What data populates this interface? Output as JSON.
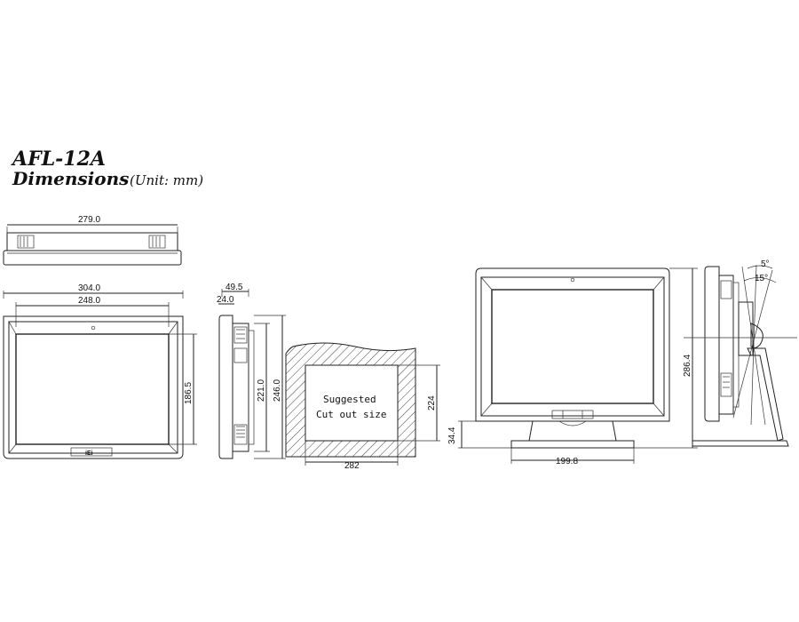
{
  "header": {
    "model": "AFL-12A",
    "subtitle": "Dimensions",
    "unit": "(Unit: mm)"
  },
  "dimensions": {
    "top_width": "279.0",
    "front_outer_width": "304.0",
    "front_inner_width": "248.0",
    "front_inner_height": "186.5",
    "side_depth": "49.5",
    "side_depth_inner": "24.0",
    "side_height_inner": "221.0",
    "side_height_outer": "246.0",
    "cutout_width": "282",
    "cutout_height": "224",
    "stand_offset": "34.4",
    "stand_width": "199.8",
    "stand_height": "286.4",
    "tilt_back": "5°",
    "tilt_forward": "15°"
  },
  "cutout": {
    "line1": "Suggested",
    "line2": "Cut out size"
  },
  "logo": "iEi"
}
